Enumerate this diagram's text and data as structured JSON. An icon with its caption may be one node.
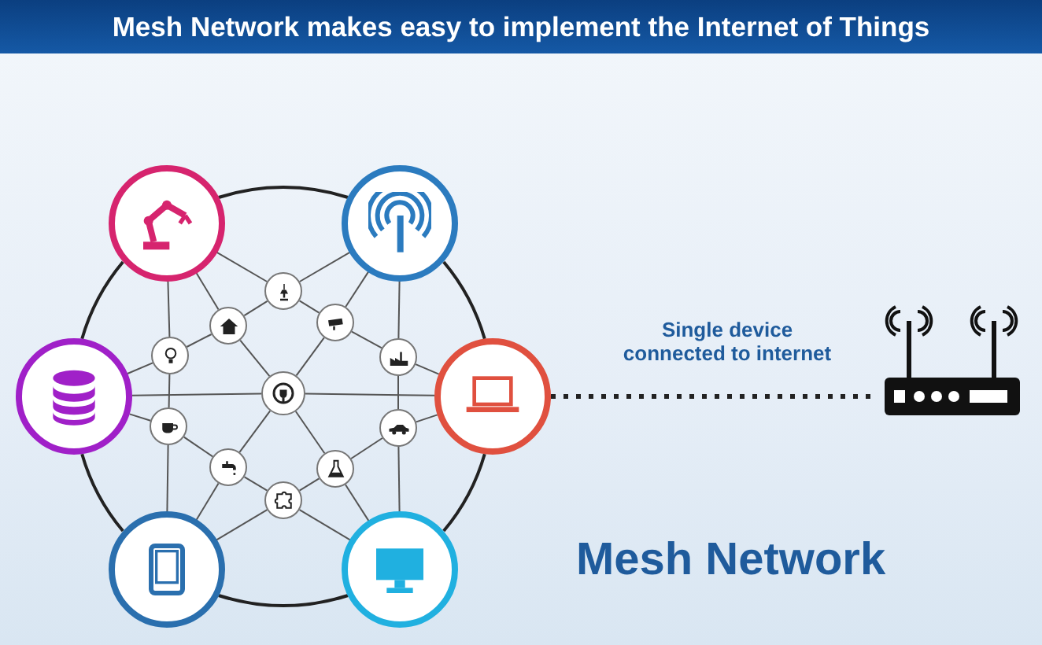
{
  "diagram": {
    "title": "Mesh Network makes easy to implement the Internet of Things",
    "nodes": [
      {
        "text": [],
        "shape": "circle"
      },
      {
        "text": [],
        "shape": "circle"
      },
      {
        "text": [],
        "shape": "circle"
      },
      {
        "text": [],
        "shape": "circle"
      },
      {
        "text": [],
        "shape": "circle"
      },
      {
        "text": [],
        "shape": "circle"
      },
      {
        "text": [],
        "shape": "circle"
      },
      {
        "text": [],
        "shape": "circle"
      },
      {
        "text": [],
        "shape": "circle"
      },
      {
        "text": [],
        "shape": "circle"
      },
      {
        "text": [],
        "shape": "picture"
      },
      {
        "text": [],
        "shape": "circle"
      },
      {
        "text": [],
        "shape": "circle"
      },
      {
        "text": [],
        "shape": "circle"
      },
      {
        "text": [],
        "shape": "circle"
      },
      {
        "text": [],
        "shape": "circle"
      },
      {
        "text": [],
        "shape": "circle"
      },
      {
        "text": [],
        "shape": "circle"
      }
    ],
    "edges": [
      {
        "from": 0,
        "to": 2,
        "arrow": "none"
      },
      {
        "from": 2,
        "to": 1,
        "arrow": "none"
      },
      {
        "from": 0,
        "to": 3,
        "arrow": "none"
      },
      {
        "from": 0,
        "to": 5,
        "arrow": "none"
      },
      {
        "from": 1,
        "to": 4,
        "arrow": "none"
      },
      {
        "from": 1,
        "to": 6,
        "arrow": "none"
      },
      {
        "from": 2,
        "to": 3,
        "arrow": "none"
      },
      {
        "from": 2,
        "to": 4,
        "arrow": "none"
      },
      {
        "from": 3,
        "to": 5,
        "arrow": "none"
      },
      {
        "from": 3,
        "to": 8,
        "arrow": "none"
      },
      {
        "from": 4,
        "to": 8,
        "arrow": "none"
      },
      {
        "from": 4,
        "to": 6,
        "arrow": "none"
      },
      {
        "from": 5,
        "to": 7,
        "arrow": "none"
      },
      {
        "from": 6,
        "to": 9,
        "arrow": "none"
      },
      {
        "from": 7,
        "to": 8,
        "arrow": "none"
      },
      {
        "from": 8,
        "to": 9,
        "arrow": "none"
      },
      {
        "from": 9,
        "to": 10,
        "arrow": "none",
        "label": "Single device connected to internet",
        "style": "dashed"
      },
      {
        "from": 5,
        "to": 11,
        "arrow": "none"
      },
      {
        "from": 6,
        "to": 12,
        "arrow": "none"
      },
      {
        "from": 7,
        "to": 11,
        "arrow": "none"
      },
      {
        "from": 9,
        "to": 12,
        "arrow": "none"
      },
      {
        "from": 11,
        "to": 13,
        "arrow": "none"
      },
      {
        "from": 12,
        "to": 14,
        "arrow": "none"
      },
      {
        "from": 8,
        "to": 13,
        "arrow": "none"
      },
      {
        "from": 8,
        "to": 14,
        "arrow": "none"
      },
      {
        "from": 13,
        "to": 15,
        "arrow": "none"
      },
      {
        "from": 14,
        "to": 15,
        "arrow": "none"
      },
      {
        "from": 11,
        "to": 16,
        "arrow": "none"
      },
      {
        "from": 12,
        "to": 17,
        "arrow": "none"
      },
      {
        "from": 13,
        "to": 16,
        "arrow": "none"
      },
      {
        "from": 14,
        "to": 17,
        "arrow": "none"
      },
      {
        "from": 15,
        "to": 16,
        "arrow": "none"
      },
      {
        "from": 15,
        "to": 17,
        "arrow": "none"
      },
      {
        "from": 0,
        "to": 1,
        "arrow": "none"
      },
      {
        "from": 1,
        "to": 9,
        "arrow": "none"
      },
      {
        "from": 9,
        "to": 17,
        "arrow": "none"
      },
      {
        "from": 17,
        "to": 16,
        "arrow": "none"
      },
      {
        "from": 16,
        "to": 7,
        "arrow": "none"
      },
      {
        "from": 7,
        "to": 0,
        "arrow": "none"
      }
    ],
    "labels": [
      "Mesh Network"
    ]
  }
}
